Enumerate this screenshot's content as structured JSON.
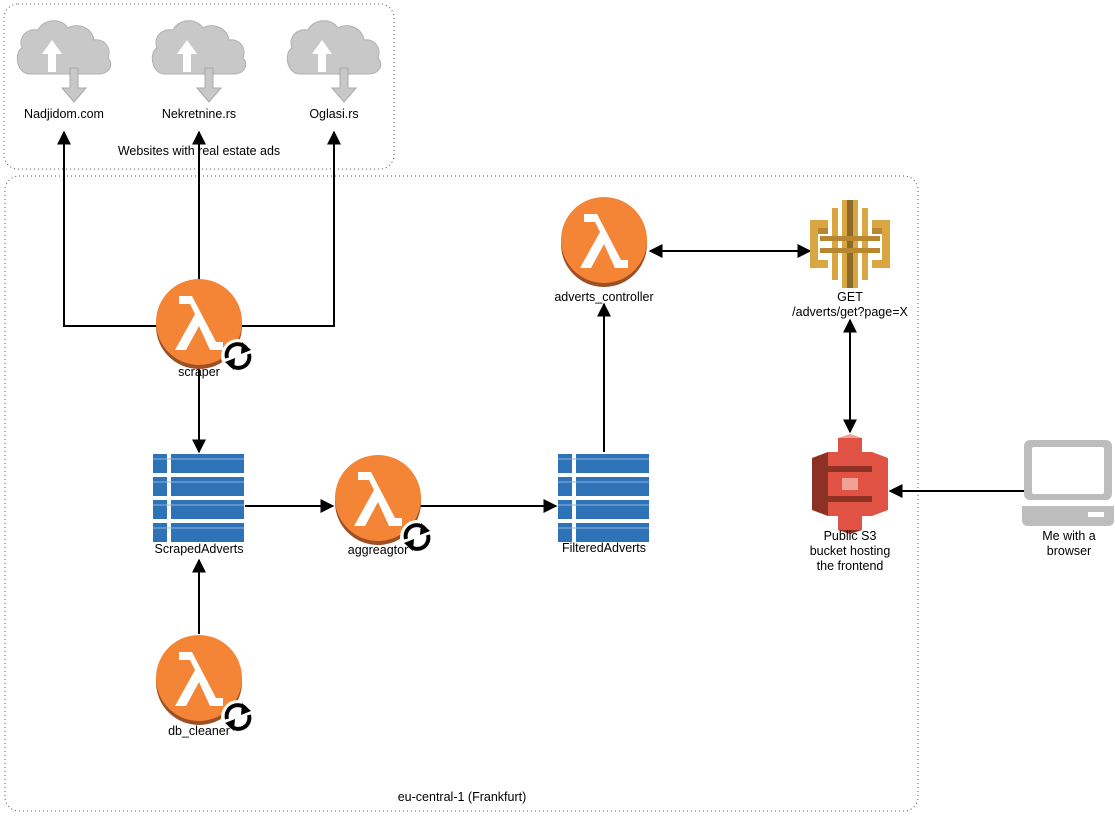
{
  "groups": {
    "websites": "Websites with real estate ads",
    "region": "eu-central-1 (Frankfurt)"
  },
  "sites": [
    {
      "label": "Nadjidom.com",
      "icon": "cloud-icon"
    },
    {
      "label": "Nekretnine.rs",
      "icon": "cloud-icon"
    },
    {
      "label": "Oglasi.rs",
      "icon": "cloud-icon"
    }
  ],
  "lambdas": {
    "scraper": "scraper",
    "aggregator": "aggreagtor",
    "db_cleaner": "db_cleaner",
    "controller": "adverts_controller"
  },
  "tables": {
    "scraped": "ScrapedAdverts",
    "filtered": "FilteredAdverts"
  },
  "api": {
    "method": "GET",
    "path": "/adverts/get?page=X"
  },
  "s3": {
    "label": "Public S3 bucket hosting the frontend"
  },
  "client": {
    "label": "Me with a browser"
  },
  "colors": {
    "lambda": "#F58536",
    "lambda_dark": "#9D5025",
    "dynamo": "#2E73B8",
    "api_gateway": "#D9A741",
    "s3": "#E05243",
    "cloud": "#C8C8C8",
    "laptop": "#BDBDBD"
  }
}
